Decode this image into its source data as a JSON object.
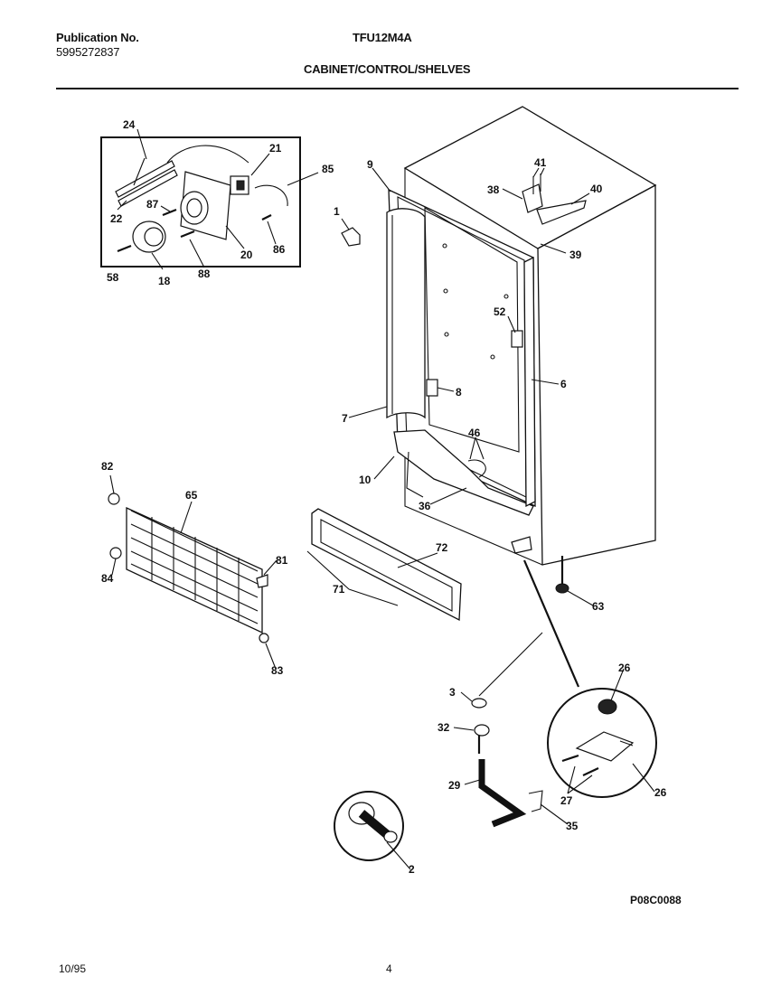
{
  "header": {
    "publication_label": "Publication No.",
    "publication_number": "5995272837",
    "model": "TFU12M4A",
    "section_title": "CABINET/CONTROL/SHELVES"
  },
  "footer": {
    "date": "10/95",
    "page_number": "4",
    "drawing_code": "P08C0088"
  },
  "callouts": [
    {
      "id": "c24",
      "text": "24"
    },
    {
      "id": "c21",
      "text": "21"
    },
    {
      "id": "c85",
      "text": "85"
    },
    {
      "id": "c87",
      "text": "87"
    },
    {
      "id": "c22",
      "text": "22"
    },
    {
      "id": "c86",
      "text": "86"
    },
    {
      "id": "c20",
      "text": "20"
    },
    {
      "id": "c58",
      "text": "58"
    },
    {
      "id": "c18",
      "text": "18"
    },
    {
      "id": "c88",
      "text": "88"
    },
    {
      "id": "c9",
      "text": "9"
    },
    {
      "id": "c1",
      "text": "1"
    },
    {
      "id": "c41",
      "text": "41"
    },
    {
      "id": "c38a",
      "text": "38"
    },
    {
      "id": "c40",
      "text": "40"
    },
    {
      "id": "c39",
      "text": "39"
    },
    {
      "id": "c52",
      "text": "52"
    },
    {
      "id": "c8",
      "text": "8"
    },
    {
      "id": "c6",
      "text": "6"
    },
    {
      "id": "c7",
      "text": "7"
    },
    {
      "id": "c46",
      "text": "46"
    },
    {
      "id": "c10",
      "text": "10"
    },
    {
      "id": "c36",
      "text": "36"
    },
    {
      "id": "c82",
      "text": "82"
    },
    {
      "id": "c65",
      "text": "65"
    },
    {
      "id": "c81",
      "text": "81"
    },
    {
      "id": "c84",
      "text": "84"
    },
    {
      "id": "c83a",
      "text": "83"
    },
    {
      "id": "c72",
      "text": "72"
    },
    {
      "id": "c71",
      "text": "71"
    },
    {
      "id": "c63",
      "text": "63"
    },
    {
      "id": "c26a",
      "text": "26"
    },
    {
      "id": "c3",
      "text": "3"
    },
    {
      "id": "c32",
      "text": "32"
    },
    {
      "id": "c29",
      "text": "29"
    },
    {
      "id": "c26b",
      "text": "26"
    },
    {
      "id": "c27",
      "text": "27"
    },
    {
      "id": "c35",
      "text": "35"
    },
    {
      "id": "c2",
      "text": "2"
    }
  ]
}
